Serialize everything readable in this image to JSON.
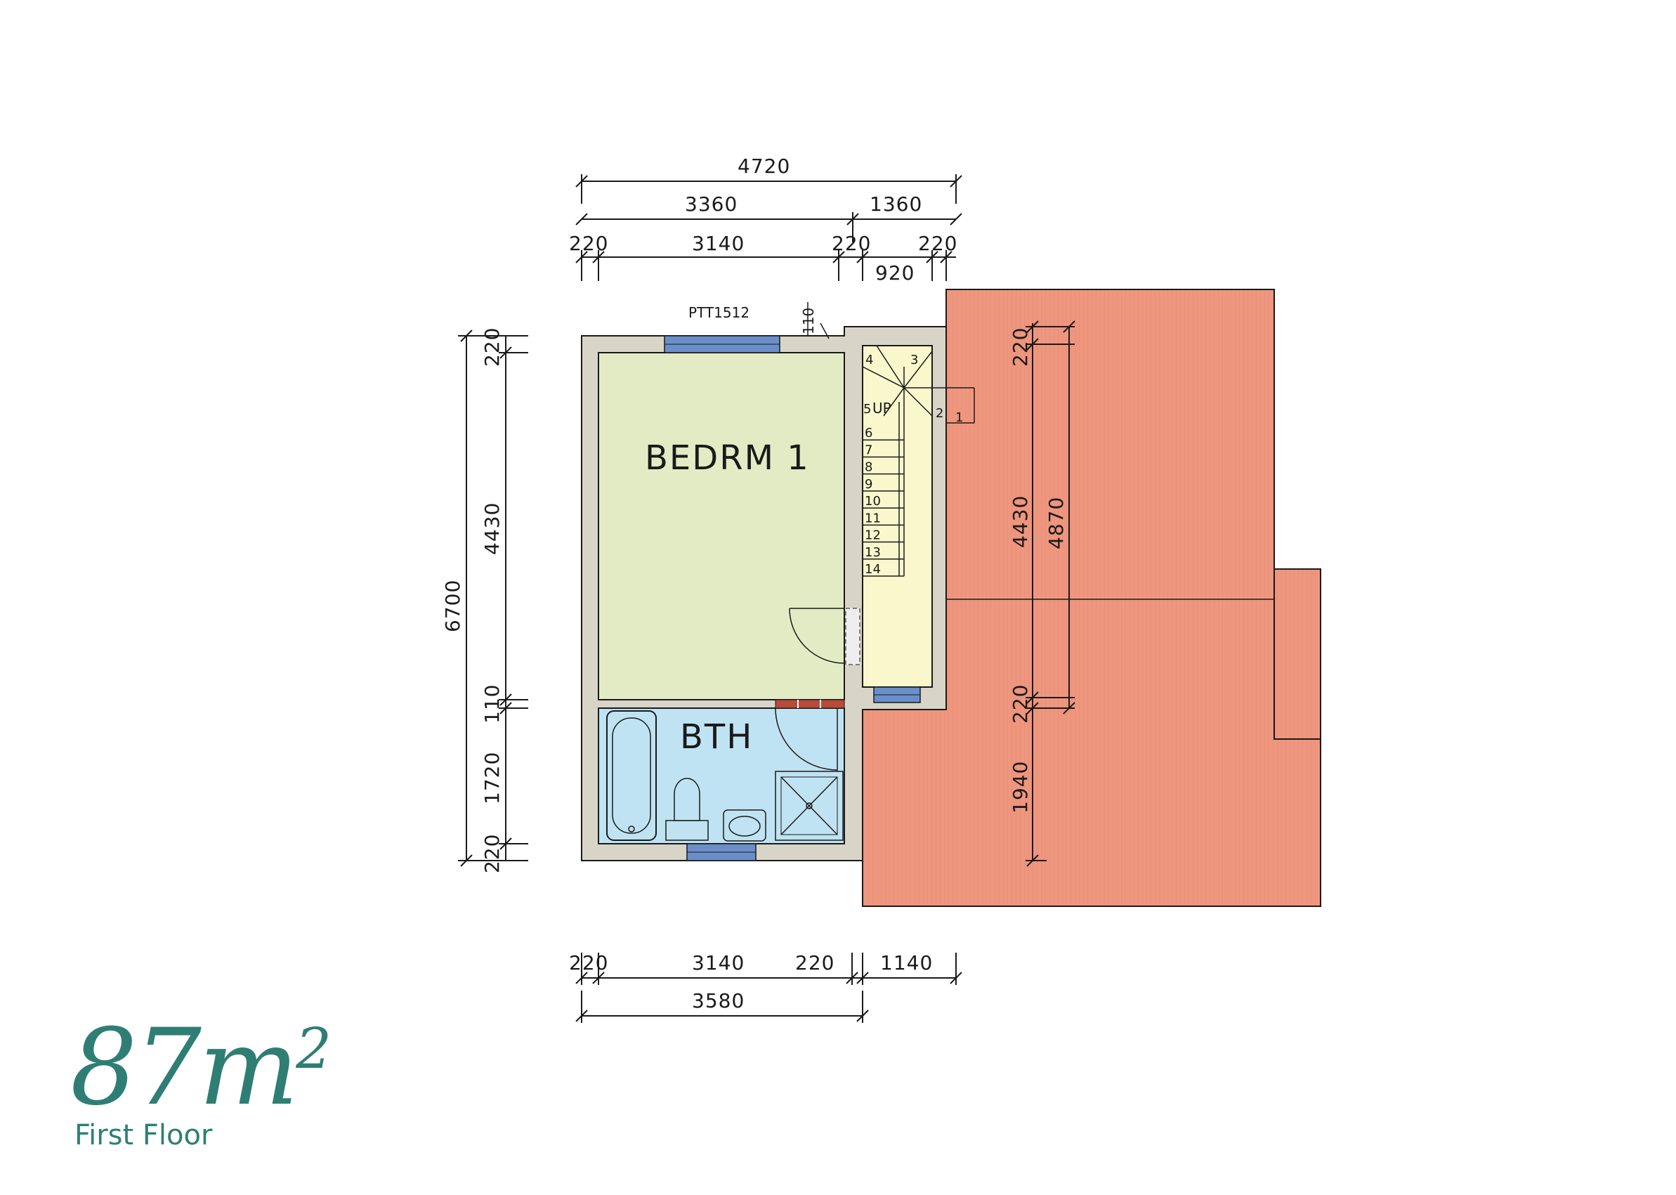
{
  "area": {
    "value": "87m",
    "sup": "2"
  },
  "floor_label": "First Floor",
  "rooms": {
    "bedroom": "BEDRM 1",
    "bathroom": "BTH"
  },
  "window_label": "PTT1512",
  "stairs": {
    "up_label": "UP",
    "steps": [
      "1",
      "2",
      "3",
      "4",
      "5",
      "6",
      "7",
      "8",
      "9",
      "10",
      "11",
      "12",
      "13",
      "14"
    ]
  },
  "dimensions": {
    "top_overall": "4720",
    "top_row2": [
      "3360",
      "1360"
    ],
    "top_row3": [
      "220",
      "3140",
      "220",
      "220"
    ],
    "top_row4": "920",
    "window_offset": "110",
    "left_overall": "6700",
    "left_segments": [
      "220",
      "4430",
      "110",
      "1720",
      "220"
    ],
    "roof_inner": [
      "220",
      "4430",
      "220",
      "1940"
    ],
    "roof_outer": "4870",
    "bottom_row1": [
      "220",
      "3140",
      "220",
      "1140"
    ],
    "bottom_row2": "3580"
  },
  "colors": {
    "roof": "#ef967e",
    "bedroom": "#e2ebc4",
    "bathroom": "#bfe3f2",
    "stairs": "#faf7cc",
    "wall": "#d8d5c8",
    "window": "#6a8fc8",
    "accent": "#2f7e74"
  }
}
